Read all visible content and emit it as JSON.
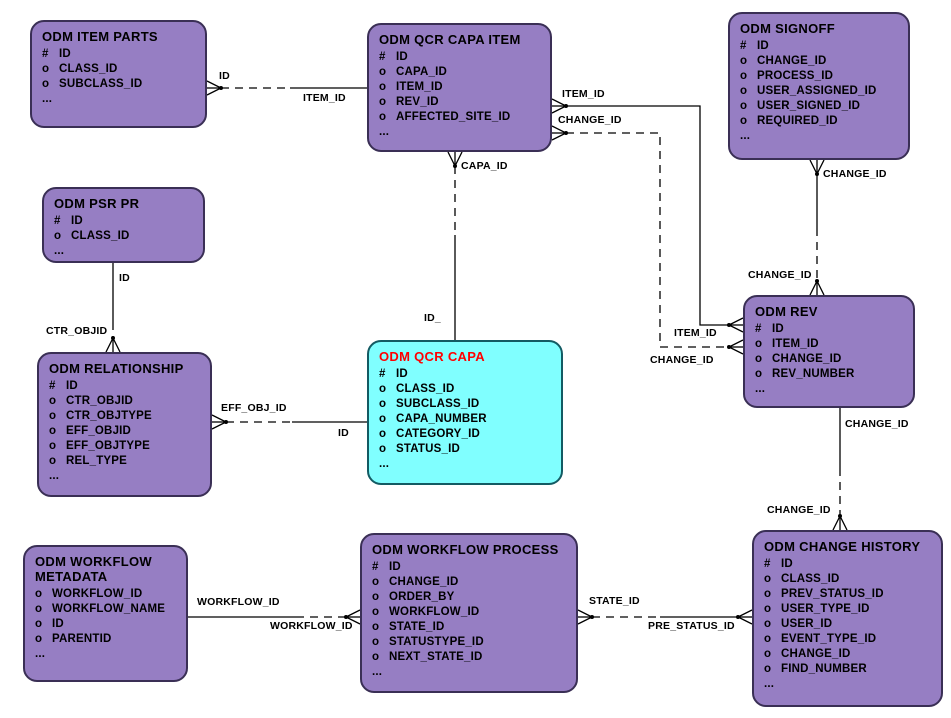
{
  "diagram": {
    "background": "#ffffff",
    "entity_fill": "#967ec3",
    "entity_border": "#3a2f55",
    "highlight_fill": "#80ffff",
    "highlight_border": "#135b63",
    "highlight_title_color": "#ff0000",
    "line_color": "#000000",
    "text_color": "#000000"
  },
  "entities": {
    "item_parts": {
      "title": "ODM ITEM PARTS",
      "fields": [
        {
          "p": "#",
          "n": "ID"
        },
        {
          "p": "o",
          "n": "CLASS_ID"
        },
        {
          "p": "o",
          "n": "SUBCLASS_ID"
        },
        {
          "p": "...",
          "n": ""
        }
      ]
    },
    "qcr_capa_item": {
      "title": "ODM QCR CAPA ITEM",
      "fields": [
        {
          "p": "#",
          "n": "ID"
        },
        {
          "p": "o",
          "n": "CAPA_ID"
        },
        {
          "p": "o",
          "n": "ITEM_ID"
        },
        {
          "p": "o",
          "n": "REV_ID"
        },
        {
          "p": "o",
          "n": "AFFECTED_SITE_ID"
        },
        {
          "p": "...",
          "n": ""
        }
      ]
    },
    "signoff": {
      "title": "ODM SIGNOFF",
      "fields": [
        {
          "p": "#",
          "n": "ID"
        },
        {
          "p": "o",
          "n": "CHANGE_ID"
        },
        {
          "p": "o",
          "n": "PROCESS_ID"
        },
        {
          "p": "o",
          "n": "USER_ASSIGNED_ID"
        },
        {
          "p": "o",
          "n": "USER_SIGNED_ID"
        },
        {
          "p": "o",
          "n": "REQUIRED_ID"
        },
        {
          "p": "...",
          "n": ""
        }
      ]
    },
    "psr_pr": {
      "title": "ODM PSR PR",
      "fields": [
        {
          "p": "#",
          "n": "ID"
        },
        {
          "p": "o",
          "n": "CLASS_ID"
        },
        {
          "p": "...",
          "n": ""
        }
      ]
    },
    "relationship": {
      "title": "ODM RELATIONSHIP",
      "fields": [
        {
          "p": "#",
          "n": "ID"
        },
        {
          "p": "o",
          "n": "CTR_OBJID"
        },
        {
          "p": "o",
          "n": "CTR_OBJTYPE"
        },
        {
          "p": "o",
          "n": "EFF_OBJID"
        },
        {
          "p": "o",
          "n": "EFF_OBJTYPE"
        },
        {
          "p": "o",
          "n": "REL_TYPE"
        },
        {
          "p": "...",
          "n": ""
        }
      ]
    },
    "qcr_capa": {
      "title": "ODM QCR CAPA",
      "fields": [
        {
          "p": "#",
          "n": "ID"
        },
        {
          "p": "o",
          "n": "CLASS_ID"
        },
        {
          "p": "o",
          "n": "SUBCLASS_ID"
        },
        {
          "p": "o",
          "n": "CAPA_NUMBER"
        },
        {
          "p": "o",
          "n": "CATEGORY_ID"
        },
        {
          "p": "o",
          "n": "STATUS_ID"
        },
        {
          "p": "...",
          "n": ""
        }
      ]
    },
    "rev": {
      "title": "ODM REV",
      "fields": [
        {
          "p": "#",
          "n": "ID"
        },
        {
          "p": "o",
          "n": "ITEM_ID"
        },
        {
          "p": "o",
          "n": "CHANGE_ID"
        },
        {
          "p": "o",
          "n": "REV_NUMBER"
        },
        {
          "p": "...",
          "n": ""
        }
      ]
    },
    "workflow_metadata": {
      "title": "ODM WORKFLOW METADATA",
      "fields": [
        {
          "p": "o",
          "n": "WORKFLOW_ID"
        },
        {
          "p": "o",
          "n": "WORKFLOW_NAME"
        },
        {
          "p": "o",
          "n": "ID"
        },
        {
          "p": "o",
          "n": "PARENTID"
        },
        {
          "p": "...",
          "n": ""
        }
      ]
    },
    "workflow_process": {
      "title": "ODM WORKFLOW PROCESS",
      "fields": [
        {
          "p": "#",
          "n": "ID"
        },
        {
          "p": "o",
          "n": "CHANGE_ID"
        },
        {
          "p": "o",
          "n": "ORDER_BY"
        },
        {
          "p": "o",
          "n": "WORKFLOW_ID"
        },
        {
          "p": "o",
          "n": "STATE_ID"
        },
        {
          "p": "o",
          "n": "STATUSTYPE_ID"
        },
        {
          "p": "o",
          "n": "NEXT_STATE_ID"
        },
        {
          "p": "...",
          "n": ""
        }
      ]
    },
    "change_history": {
      "title": "ODM CHANGE HISTORY",
      "fields": [
        {
          "p": "#",
          "n": "ID"
        },
        {
          "p": "o",
          "n": "CLASS_ID"
        },
        {
          "p": "o",
          "n": "PREV_STATUS_ID"
        },
        {
          "p": "o",
          "n": "USER_TYPE_ID"
        },
        {
          "p": "o",
          "n": "USER_ID"
        },
        {
          "p": "o",
          "n": "EVENT_TYPE_ID"
        },
        {
          "p": "o",
          "n": "CHANGE_ID"
        },
        {
          "p": "o",
          "n": "FIND_NUMBER"
        },
        {
          "p": "...",
          "n": ""
        }
      ]
    }
  },
  "edge_labels": {
    "ip_qci_near": "ID",
    "ip_qci_far": "ITEM_ID",
    "qci_rev_item_near": "ITEM_ID",
    "qci_rev_item_far": "ITEM_ID",
    "qci_rev_change_near": "CHANGE_ID",
    "qci_rev_change_far": "CHANGE_ID",
    "qci_qc_top": "CAPA_ID",
    "qci_qc_bottom": "ID_",
    "signoff_rev_top": "CHANGE_ID",
    "signoff_rev_bottom": "CHANGE_ID",
    "psr_rel_top": "ID",
    "psr_rel_bottom": "CTR_OBJID",
    "rel_qc_left": "EFF_OBJ_ID",
    "rel_qc_right": "ID",
    "rev_ch_top": "CHANGE_ID",
    "rev_ch_bottom": "CHANGE_ID",
    "wfm_wfp_left": "WORKFLOW_ID",
    "wfm_wfp_right": "WORKFLOW_ID",
    "wfp_ch_left": "STATE_ID",
    "wfp_ch_right": "PRE_STATUS_ID"
  }
}
